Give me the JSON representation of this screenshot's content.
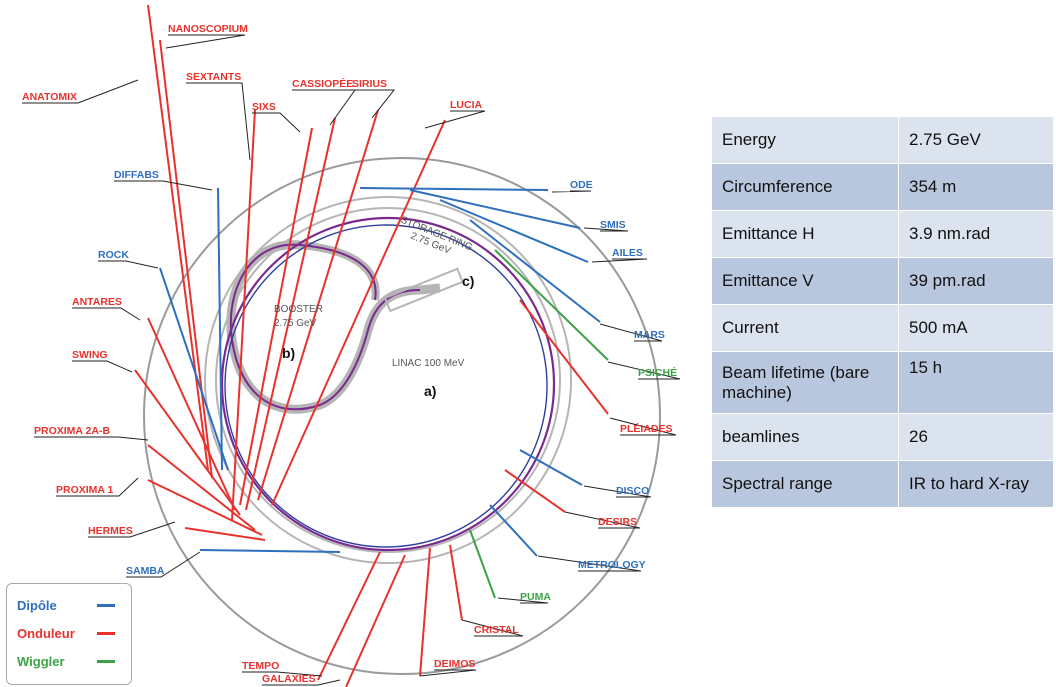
{
  "diagram": {
    "beamlines": [
      {
        "label": "ANATOMIX",
        "type": "onduleur",
        "color": "#e8322d"
      },
      {
        "label": "NANOSCOPIUM",
        "type": "onduleur",
        "color": "#e8322d"
      },
      {
        "label": "SEXTANTS",
        "type": "onduleur",
        "color": "#e8322d"
      },
      {
        "label": "CASSIOPÉE",
        "type": "onduleur",
        "color": "#e8322d"
      },
      {
        "label": "SIRIUS",
        "type": "onduleur",
        "color": "#e8322d"
      },
      {
        "label": "SIXS",
        "type": "onduleur",
        "color": "#e8322d"
      },
      {
        "label": "LUCIA",
        "type": "onduleur",
        "color": "#e8322d"
      },
      {
        "label": "DIFFABS",
        "type": "dipole",
        "color": "#2f6fbf"
      },
      {
        "label": "ROCK",
        "type": "dipole",
        "color": "#2f6fbf"
      },
      {
        "label": "ANTARES",
        "type": "onduleur",
        "color": "#e8322d"
      },
      {
        "label": "SWING",
        "type": "onduleur",
        "color": "#e8322d"
      },
      {
        "label": "PROXIMA 2A-B",
        "type": "onduleur",
        "color": "#e8322d"
      },
      {
        "label": "PROXIMA 1",
        "type": "onduleur",
        "color": "#e8322d"
      },
      {
        "label": "HERMES",
        "type": "onduleur",
        "color": "#e8322d"
      },
      {
        "label": "SAMBA",
        "type": "dipole",
        "color": "#2f6fbf"
      },
      {
        "label": "TEMPO",
        "type": "onduleur",
        "color": "#e8322d"
      },
      {
        "label": "GALAXIES",
        "type": "onduleur",
        "color": "#e8322d"
      },
      {
        "label": "DEIMOS",
        "type": "onduleur",
        "color": "#e8322d"
      },
      {
        "label": "CRISTAL",
        "type": "onduleur",
        "color": "#e8322d"
      },
      {
        "label": "PUMA",
        "type": "wiggler",
        "color": "#3aa345"
      },
      {
        "label": "METROLOGY",
        "type": "dipole",
        "color": "#2f6fbf"
      },
      {
        "label": "DESIRS",
        "type": "onduleur",
        "color": "#e8322d"
      },
      {
        "label": "DISCO",
        "type": "dipole",
        "color": "#2f6fbf"
      },
      {
        "label": "PLÉIADES",
        "type": "onduleur",
        "color": "#e8322d"
      },
      {
        "label": "PSICHÉ",
        "type": "wiggler",
        "color": "#3aa345"
      },
      {
        "label": "MARS",
        "type": "dipole",
        "color": "#2f6fbf"
      },
      {
        "label": "AILES",
        "type": "dipole",
        "color": "#2f6fbf"
      },
      {
        "label": "SMIS",
        "type": "dipole",
        "color": "#2f6fbf"
      },
      {
        "label": "ODE",
        "type": "dipole",
        "color": "#2f6fbf"
      }
    ],
    "inner_labels": {
      "storage_ring_line1": "STORAGE RING",
      "storage_ring_line2": "2.75 GeV",
      "booster_line1": "BOOSTER",
      "booster_line2": "2.75 GeV",
      "linac": "LINAC 100 MeV"
    },
    "markers": {
      "a": "a)",
      "b": "b)",
      "c": "c)"
    },
    "colors": {
      "ring_outer": "#9a9a9a",
      "ring_track": "#7a2a8e",
      "ring_inner": "#2f3fa0",
      "structure": "#b5b5b5"
    }
  },
  "legend": [
    {
      "label": "Dipôle",
      "color": "#2f6fbf"
    },
    {
      "label": "Onduleur",
      "color": "#e8322d"
    },
    {
      "label": "Wiggler",
      "color": "#3aa345"
    }
  ],
  "parameters": [
    {
      "key": "Energy",
      "value": "2.75 GeV"
    },
    {
      "key": "Circumference",
      "value": "354 m"
    },
    {
      "key": "Emittance H",
      "value": "3.9 nm.rad"
    },
    {
      "key": "Emittance V",
      "value": "39 pm.rad"
    },
    {
      "key": "Current",
      "value": "500 mA"
    },
    {
      "key": "Beam lifetime (bare machine)",
      "value": "15 h"
    },
    {
      "key": "beamlines",
      "value": "26"
    },
    {
      "key": "Spectral range",
      "value": "IR to hard X-ray"
    }
  ]
}
